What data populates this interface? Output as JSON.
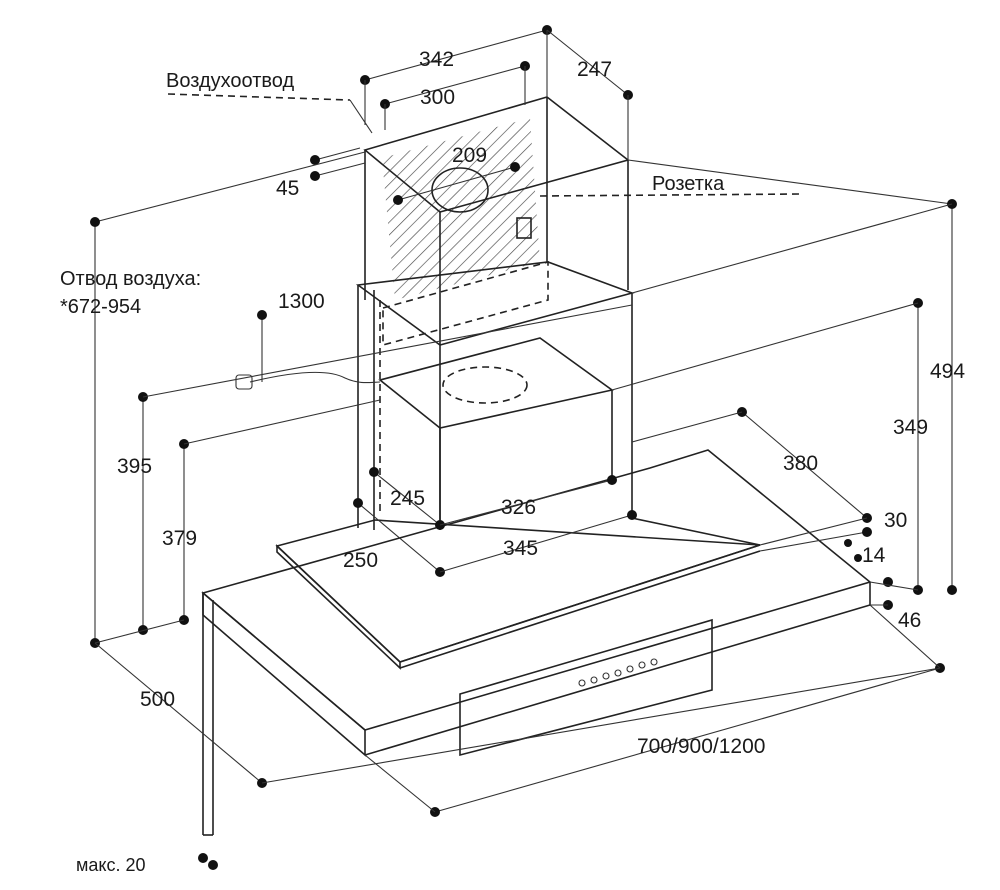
{
  "labels": {
    "air_duct": "Воздухоотвод",
    "socket": "Розетка",
    "air_exhaust_line1": "Отвод воздуха:",
    "air_exhaust_line2": "*672-954",
    "max_gap": "макс. 20"
  },
  "dimensions": {
    "d342": "342",
    "d247": "247",
    "d300": "300",
    "d209": "209",
    "d45": "45",
    "d1300": "1300",
    "d494": "494",
    "d349": "349",
    "d395": "395",
    "d379": "379",
    "d380": "380",
    "d30": "30",
    "d14": "14",
    "d46": "46",
    "d245": "245",
    "d326": "326",
    "d250": "250",
    "d345": "345",
    "d500": "500",
    "width": "700/900/1200"
  },
  "colors": {
    "line": "#222222",
    "hatch": "#333333",
    "background": "#ffffff"
  }
}
